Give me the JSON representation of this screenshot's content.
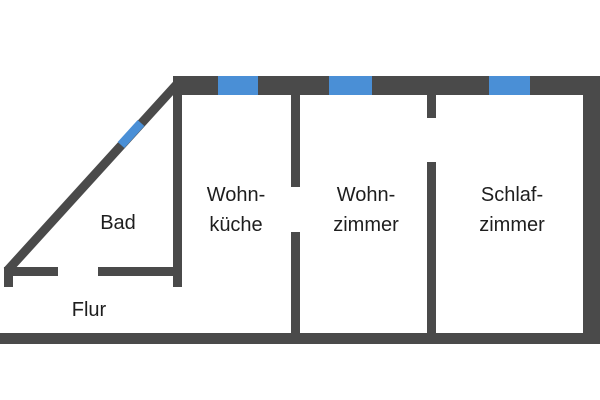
{
  "floorplan": {
    "wall_color": "#4a4a4a",
    "window_color": "#4a8fd6",
    "rooms": {
      "bad": "Bad",
      "flur": "Flur",
      "wohnkueche_line1": "Wohn-",
      "wohnkueche_line2": "küche",
      "wohnzimmer_line1": "Wohn-",
      "wohnzimmer_line2": "zimmer",
      "schlafzimmer_line1": "Schlaf-",
      "schlafzimmer_line2": "zimmer"
    }
  }
}
